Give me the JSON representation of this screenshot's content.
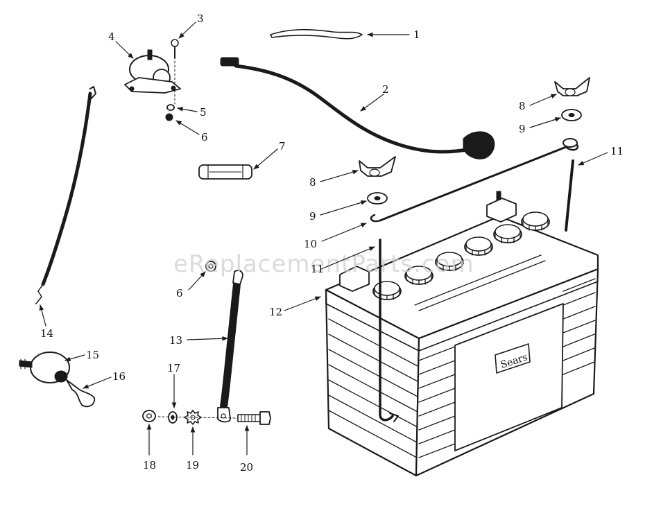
{
  "watermark": "eReplacementParts.com",
  "battery_brand": "Sears",
  "callouts": [
    "1",
    "2",
    "3",
    "4",
    "5",
    "6",
    "7",
    "8",
    "9",
    "10",
    "11",
    "12",
    "13",
    "14",
    "15",
    "16",
    "17",
    "18",
    "19",
    "20"
  ],
  "callouts_repeated": {
    "8b": "8",
    "9b": "9",
    "6b": "6"
  }
}
